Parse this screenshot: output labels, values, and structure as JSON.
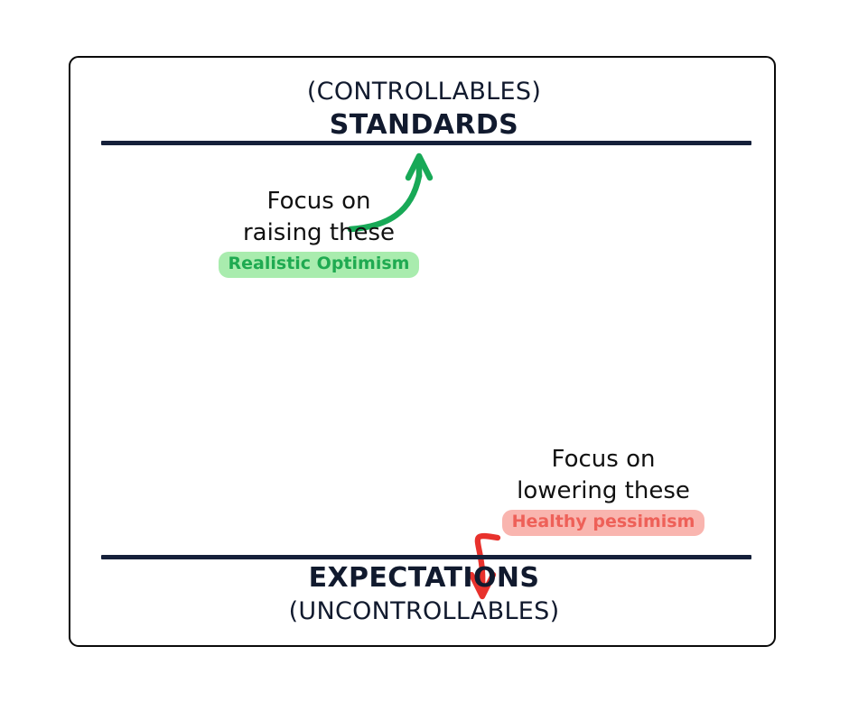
{
  "diagram": {
    "type": "concept-diagram",
    "background_color": "#ffffff",
    "border_color": "#0a0a0a",
    "top_section": {
      "paren_label": "(CONTROLLABLES)",
      "main_label": "STANDARDS",
      "rule_color": "#15203a"
    },
    "bottom_section": {
      "main_label": "EXPECTATIONS",
      "paren_label": "(UNCONTROLLABLES)",
      "rule_color": "#15203a"
    },
    "annotations": [
      {
        "id": "raise",
        "line1": "Focus on",
        "line2": "raising these",
        "pill_label": "Realistic Optimism",
        "pill_text_color": "#1faa51",
        "pill_background_color": "#a9ecae",
        "arrow": {
          "name": "curved-up-arrow",
          "direction": "up",
          "color": "#18a957"
        }
      },
      {
        "id": "lower",
        "line1": "Focus on",
        "line2": "lowering these",
        "pill_label": "Healthy pessimism",
        "pill_text_color": "#ee6058",
        "pill_background_color": "#f9b5af",
        "arrow": {
          "name": "curved-down-arrow",
          "direction": "down",
          "color": "#e8312c"
        }
      }
    ]
  }
}
